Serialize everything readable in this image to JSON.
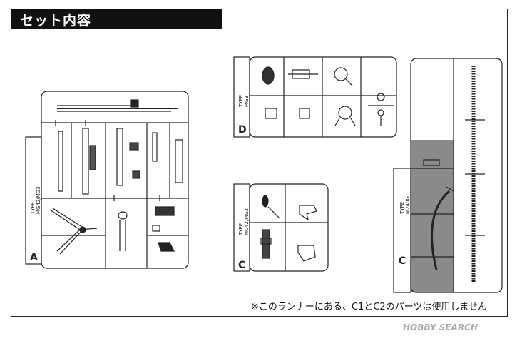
{
  "header": {
    "title": "セット内容"
  },
  "runners": [
    {
      "letter": "A",
      "type_label": "TYPE",
      "model": "MG42/MG3"
    },
    {
      "letter": "D",
      "type_label": "TYPE",
      "model": "MG3"
    },
    {
      "letter": "C",
      "type_label": "TYPE",
      "model": "MC42/MG3"
    },
    {
      "letter": "C",
      "type_label": "TYPE",
      "model": "M240G"
    }
  ],
  "footnote": "※このランナーにある、C1とC2のパーツは使用しません",
  "watermark": "HOBBY SEARCH",
  "colors": {
    "header_bg": "#111111",
    "shade": "#8a8a8a"
  }
}
